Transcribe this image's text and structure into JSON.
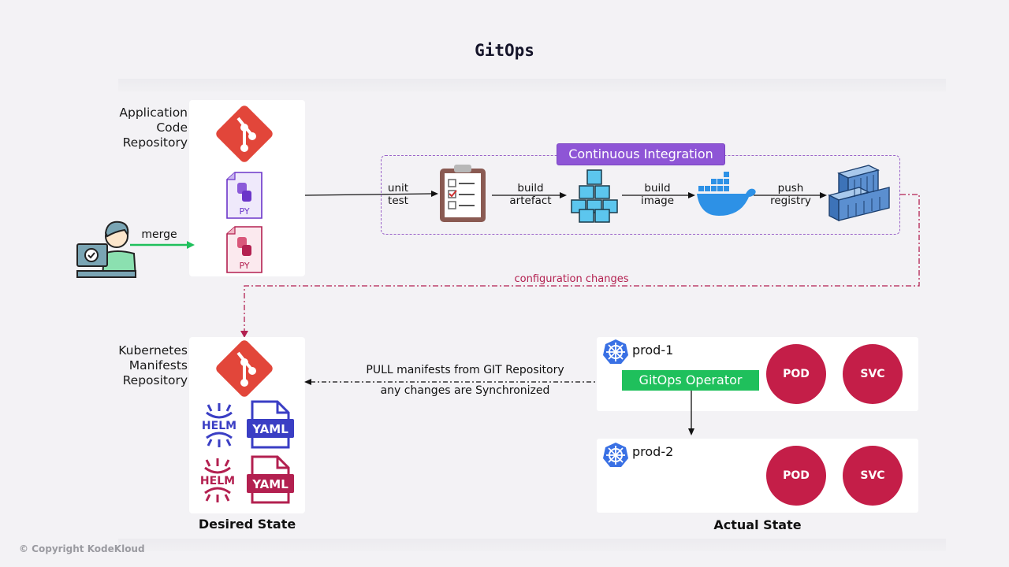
{
  "title": "GitOps",
  "app_repo": {
    "label_lines": [
      "Application",
      "Code",
      "Repository"
    ],
    "files": [
      {
        "icon": "python-file-icon",
        "ext": "PY",
        "color": "#6b35c9"
      },
      {
        "icon": "python-file-icon",
        "ext": "PY",
        "color": "#b32050"
      }
    ]
  },
  "developer": {
    "action": "merge",
    "arrow_color": "#1fc05c"
  },
  "ci": {
    "title": "Continuous Integration",
    "steps": [
      {
        "label": [
          "unit",
          "test"
        ],
        "icon": "clipboard-checklist-icon"
      },
      {
        "label": [
          "build",
          "artefact"
        ],
        "icon": "cubes-artefact-icon"
      },
      {
        "label": [
          "build",
          "image"
        ],
        "icon": "docker-whale-icon"
      },
      {
        "label": [
          "push",
          "registry"
        ],
        "icon": "container-registry-icon"
      }
    ],
    "accent": "#8e55d6"
  },
  "config_changes": {
    "label": "configuration changes",
    "color": "#b32050"
  },
  "manifests_repo": {
    "label_lines": [
      "Kubernetes",
      "Manifests",
      "Repository"
    ],
    "items": [
      {
        "kind": "HELM",
        "color": "#3a3ec4"
      },
      {
        "kind": "YAML",
        "color": "#3a3ec4"
      },
      {
        "kind": "HELM",
        "color": "#b32050"
      },
      {
        "kind": "YAML",
        "color": "#b32050"
      }
    ],
    "state_label": "Desired State"
  },
  "sync": {
    "line1": "PULL manifests from GIT Repository",
    "line2": "any changes are Synchronized"
  },
  "clusters": [
    {
      "name": "prod-1",
      "resources": [
        "POD",
        "SVC"
      ],
      "operator": "GitOps Operator"
    },
    {
      "name": "prod-2",
      "resources": [
        "POD",
        "SVC"
      ]
    }
  ],
  "actual_state_label": "Actual State",
  "colors": {
    "git": "#e2463a",
    "resource": "#c41e48",
    "operator": "#1fc05c",
    "k8s": "#3970e4"
  },
  "copyright": "© Copyright KodeKloud"
}
